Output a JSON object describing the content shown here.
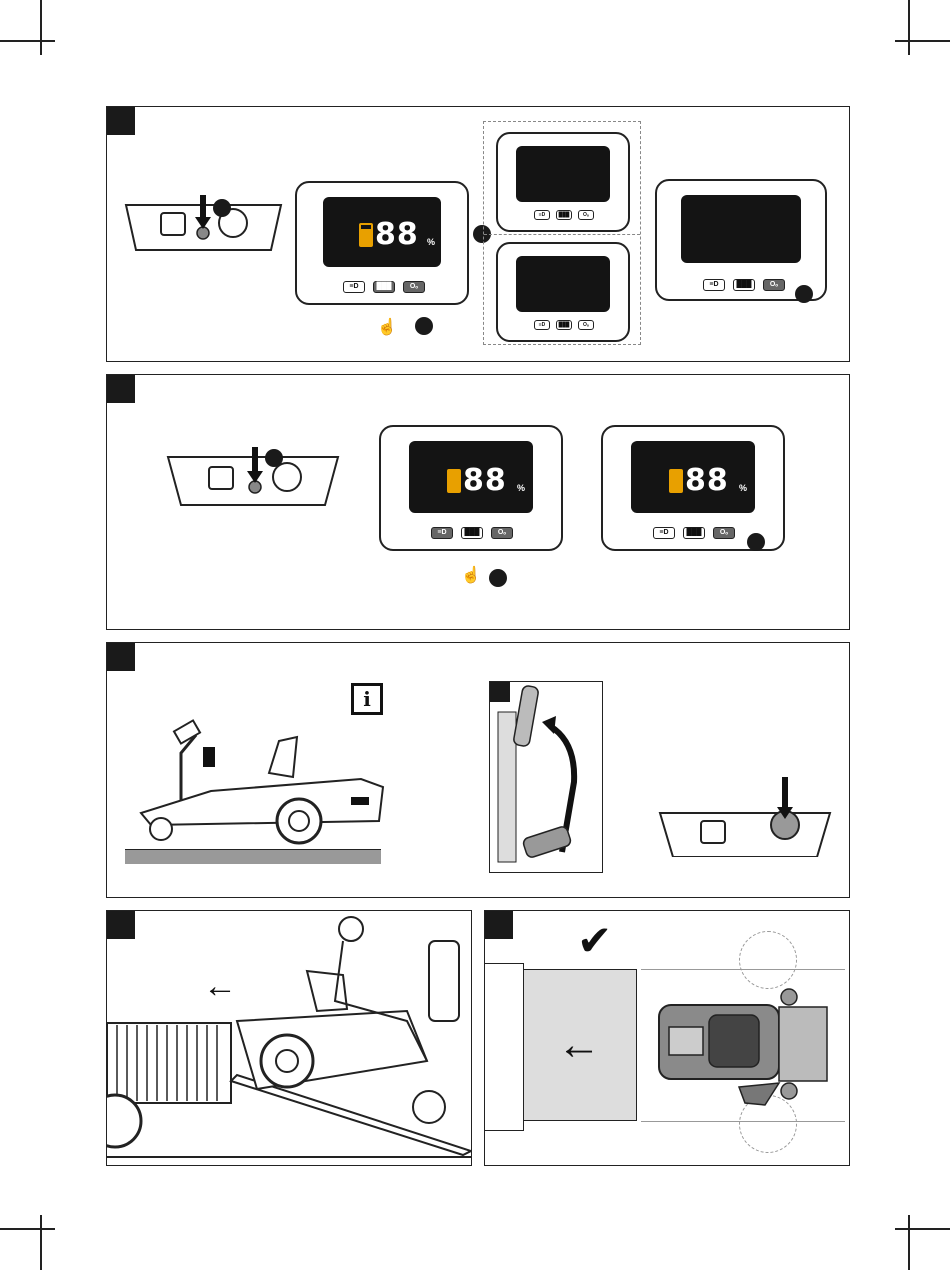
{
  "display": {
    "digits": "88",
    "percent_sign": "%",
    "button_labels": [
      "≡D",
      "███",
      "Oₒ"
    ]
  },
  "info_mark": "i",
  "check_mark": "✔",
  "arrow_left": "←"
}
